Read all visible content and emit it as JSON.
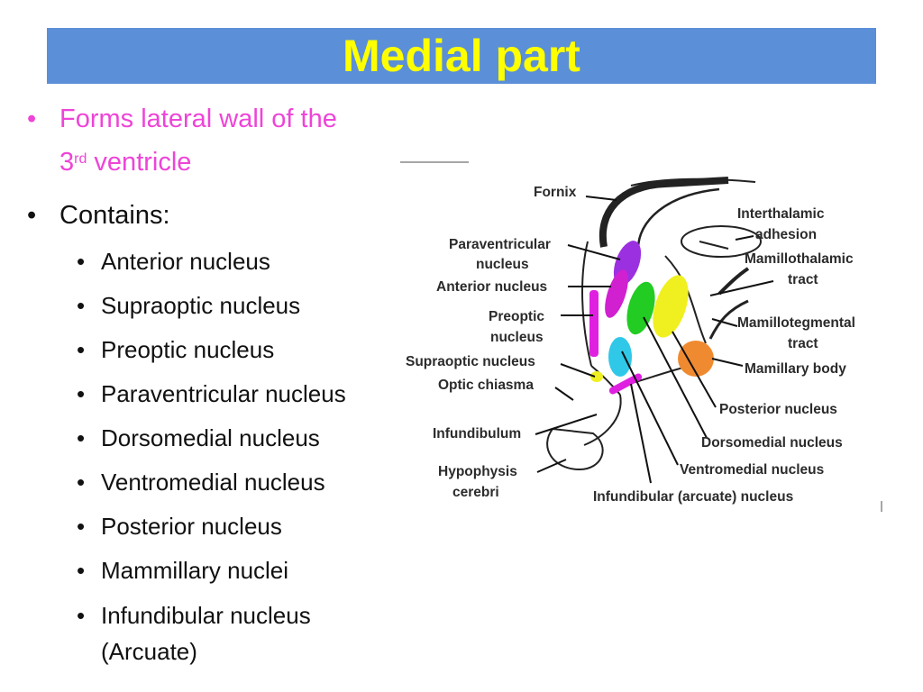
{
  "slide": {
    "title": "Medial part",
    "title_color": "#ffff00",
    "title_bar_color": "#5b8fd8"
  },
  "bullets": {
    "first": {
      "text_main": "Forms lateral wall of the",
      "text_line2_pre": "3",
      "text_line2_sup": "rd",
      "text_line2_post": " ventricle",
      "color": "#ee44d8"
    },
    "second": {
      "text": "Contains:"
    },
    "sub_items": [
      "Anterior nucleus",
      "Supraoptic nucleus",
      "Preoptic nucleus",
      "Paraventricular nucleus",
      "Dorsomedial nucleus",
      "Ventromedial nucleus",
      "Posterior nucleus",
      "Mammillary nuclei",
      "Infundibular nucleus",
      "(Arcuate)"
    ],
    "bullet_glyph": "•"
  },
  "diagram": {
    "labels": {
      "fornix": "Fornix",
      "interthalamic_1": "Interthalamic",
      "interthalamic_2": "adhesion",
      "paraventricular_1": "Paraventricular",
      "paraventricular_2": "nucleus",
      "mamillothalamic_1": "Mamillothalamic",
      "mamillothalamic_2": "tract",
      "anterior": "Anterior nucleus",
      "preoptic_1": "Preoptic",
      "preoptic_2": "nucleus",
      "mamillotegmental_1": "Mamillotegmental",
      "mamillotegmental_2": "tract",
      "supraoptic": "Supraoptic nucleus",
      "mamillary_body": "Mamillary body",
      "optic_chiasma": "Optic chiasma",
      "posterior": "Posterior nucleus",
      "infundibulum": "Infundibulum",
      "dorsomedial": "Dorsomedial nucleus",
      "hypophysis_1": "Hypophysis",
      "hypophysis_2": "cerebri",
      "ventromedial": "Ventromedial nucleus",
      "infundibular": "Infundibular (arcuate) nucleus"
    },
    "colors": {
      "paraventricular": "#9b30e0",
      "anterior": "#d020d0",
      "preoptic": "#e020e0",
      "dorsomedial": "#22cc22",
      "posterior": "#f0f020",
      "ventromedial": "#30c8e8",
      "mamillary": "#f08a30",
      "supraoptic": "#f0f020",
      "infundibular": "#e020e0"
    }
  }
}
